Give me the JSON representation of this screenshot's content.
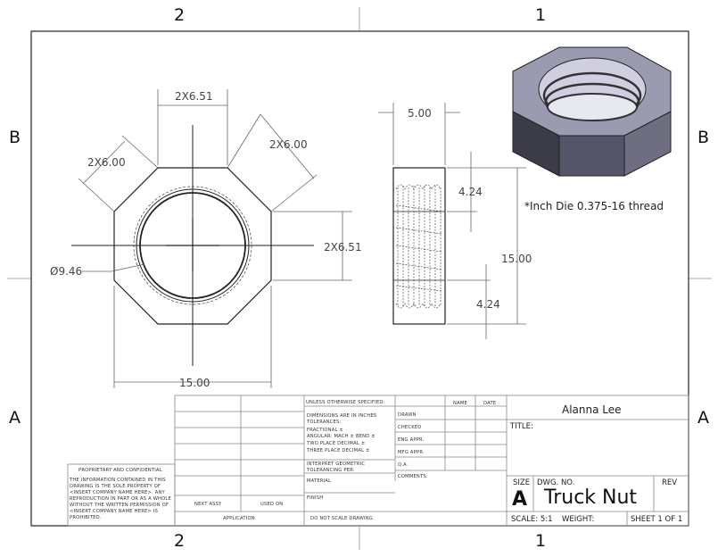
{
  "zones": {
    "top_left": "2",
    "top_right": "1",
    "bottom_left": "2",
    "bottom_right": "1",
    "left_upper": "B",
    "left_lower": "A",
    "right_upper": "B",
    "right_lower": "A"
  },
  "dimensions": {
    "flats_top": "2X6.51",
    "diag_left": "2X6.00",
    "diag_right": "2X6.00",
    "flats_right": "2X6.51",
    "bore_dia": "Ø9.46",
    "across_flats_bottom": "15.00",
    "thickness": "5.00",
    "chamfer_top": "4.24",
    "height": "15.00",
    "chamfer_bottom": "4.24"
  },
  "note": "*Inch Die 0.375-16 thread",
  "title_block": {
    "unless_specified": "UNLESS OTHERWISE SPECIFIED:",
    "name_col": "NAME",
    "date_col": "DATE",
    "tolerances": [
      "DIMENSIONS ARE IN INCHES",
      "TOLERANCES:",
      "FRACTIONAL ±",
      "ANGULAR: MACH ±   BEND ±",
      "TWO PLACE DECIMAL  ±",
      "THREE PLACE DECIMAL  ±"
    ],
    "interpret": [
      "INTERPRET GEOMETRIC",
      "TOLERANCING PER:"
    ],
    "material": "MATERIAL",
    "finish": "FINISH",
    "do_not_scale": "DO NOT SCALE DRAWING",
    "rows": [
      "DRAWN",
      "CHECKED",
      "ENG APPR.",
      "MFG APPR.",
      "Q.A.",
      "COMMENTS:"
    ],
    "next_assy": "NEXT ASSY",
    "used_on": "USED ON",
    "application": "APPLICATION",
    "proprietary_title": "PROPRIETARY AND CONFIDENTIAL",
    "proprietary_text": [
      "THE INFORMATION CONTAINED IN THIS",
      "DRAWING IS THE SOLE PROPERTY OF",
      "<INSERT COMPANY NAME HERE>.  ANY",
      "REPRODUCTION IN PART OR AS A WHOLE",
      "WITHOUT THE WRITTEN PERMISSION OF",
      "<INSERT COMPANY NAME HERE> IS",
      "PROHIBITED."
    ],
    "company": "Alanna Lee",
    "title_label": "TITLE:",
    "size_label": "SIZE",
    "size_value": "A",
    "dwg_no_label": "DWG.  NO.",
    "dwg_no_value": "Truck Nut",
    "rev_label": "REV",
    "scale": "SCALE: 5:1",
    "weight": "WEIGHT:",
    "sheet": "SHEET 1 OF 1"
  },
  "colors": {
    "nut_top": "#9a9ab0",
    "nut_side_left": "#3c3c48",
    "nut_side_right": "#6e6e80",
    "border": "#333333"
  }
}
